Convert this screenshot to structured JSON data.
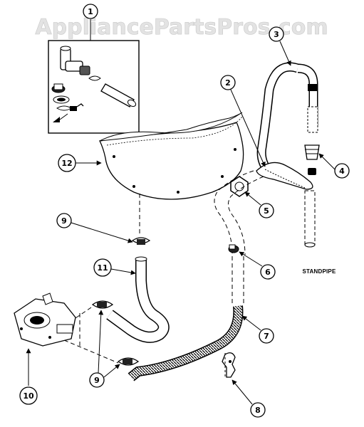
{
  "watermark": "AppliancePartsPros.com",
  "callouts": [
    "1",
    "2",
    "3",
    "4",
    "5",
    "6",
    "7",
    "8",
    "9",
    "9",
    "10",
    "11",
    "12"
  ],
  "labels": {
    "standpipe": "STANDPIPE"
  }
}
